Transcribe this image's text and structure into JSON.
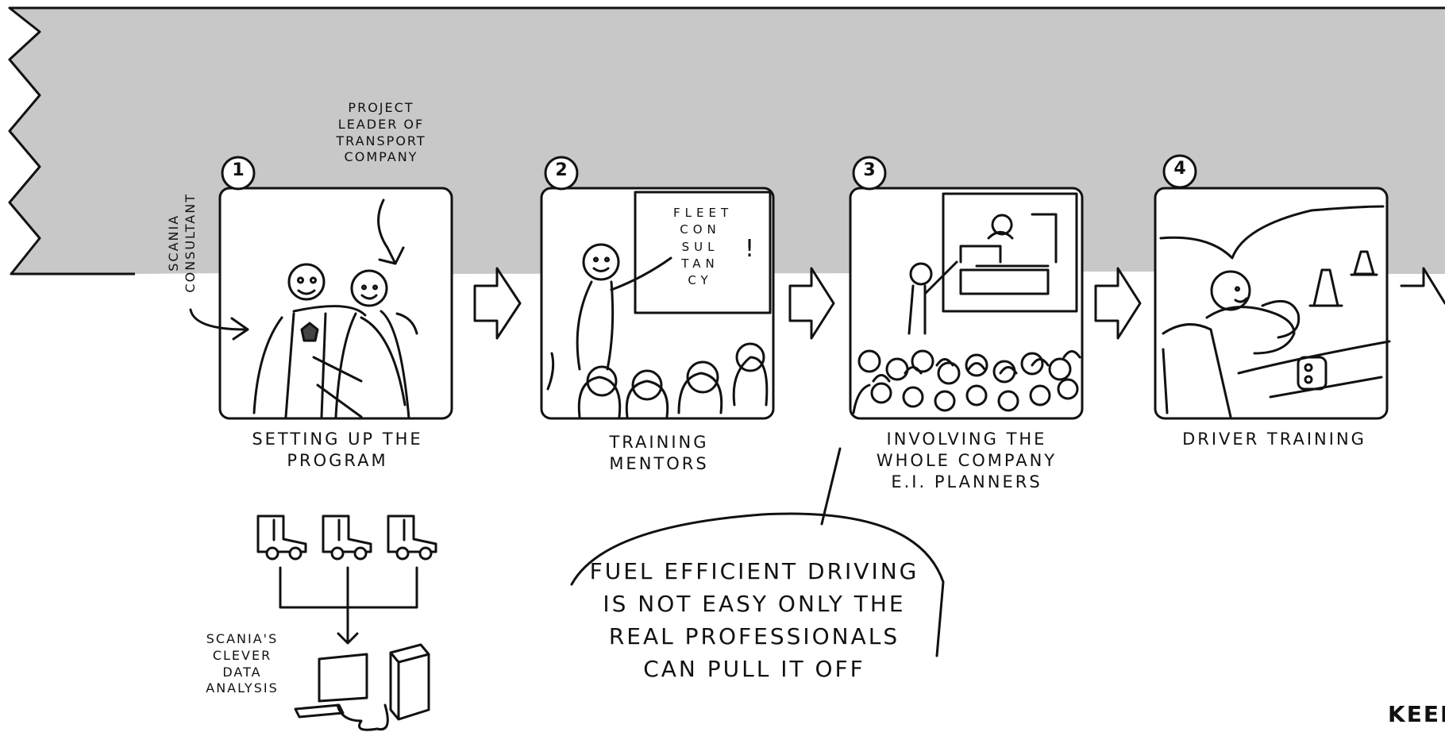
{
  "steps": [
    {
      "number": "1",
      "caption": "SETTING UP THE PROGRAM"
    },
    {
      "number": "2",
      "caption": "TRAINING MENTORS"
    },
    {
      "number": "3",
      "caption": "INVOLVING THE WHOLE COMPANY E.I. PLANNERS"
    },
    {
      "number": "4",
      "caption": "DRIVER TRAINING"
    }
  ],
  "annotations": {
    "project_leader": "PROJECT LEADER OF TRANSPORT COMPANY",
    "scania_consultant": "SCANIA CONSULTANT",
    "data_analysis": "SCANIA'S CLEVER DATA ANALYSIS",
    "whiteboard_text": "FLEET CON SUL TAN CY",
    "whiteboard_mark": "!"
  },
  "speech_bubble": "FUEL EFFICIENT DRIVING IS NOT EASY ONLY THE REAL PROFESSIONALS CAN PULL IT OFF",
  "corner_text": "KEEP",
  "colors": {
    "background": "#ffffff",
    "banner": "#c8c8c8",
    "ink": "#111111"
  }
}
